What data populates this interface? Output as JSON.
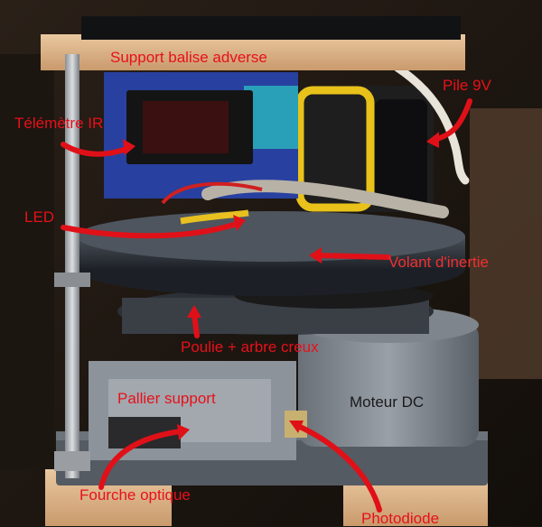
{
  "photo": {
    "labels": {
      "support": "Support balise adverse",
      "pile": "Pile 9V",
      "telemetre": "Télémètre IR",
      "led": "LED",
      "volant": "Volant d'inertie",
      "poulie": "Poulie + arbre creux",
      "pallier": "Pallier support",
      "moteur": "Moteur DC",
      "fourche": "Fourche optique",
      "photodiode": "Photodiode"
    },
    "colors": {
      "annotation": "#e8101a",
      "wood": "#e0b88a",
      "plate": "#5a6066"
    }
  }
}
